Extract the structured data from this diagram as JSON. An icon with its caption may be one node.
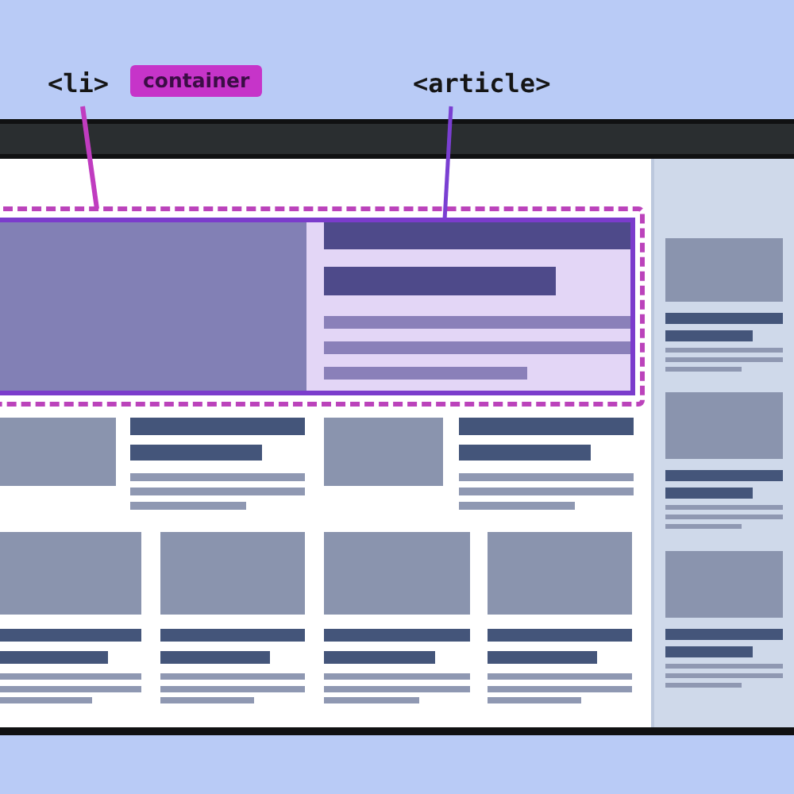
{
  "diagram": {
    "nodes": [
      {
        "text": [
          "<li>"
        ]
      },
      {
        "text": [
          "container"
        ]
      },
      {
        "text": [
          "<article>"
        ]
      },
      {
        "text": [],
        "shape": "box"
      },
      {
        "text": [],
        "shape": "box",
        "in": 3
      }
    ],
    "edges": [
      {
        "from": 0,
        "to": 3,
        "arrow": "none",
        "color": "#c03cc0"
      },
      {
        "from": 2,
        "to": 4,
        "arrow": "none",
        "color": "#7a3fd2"
      }
    ]
  }
}
